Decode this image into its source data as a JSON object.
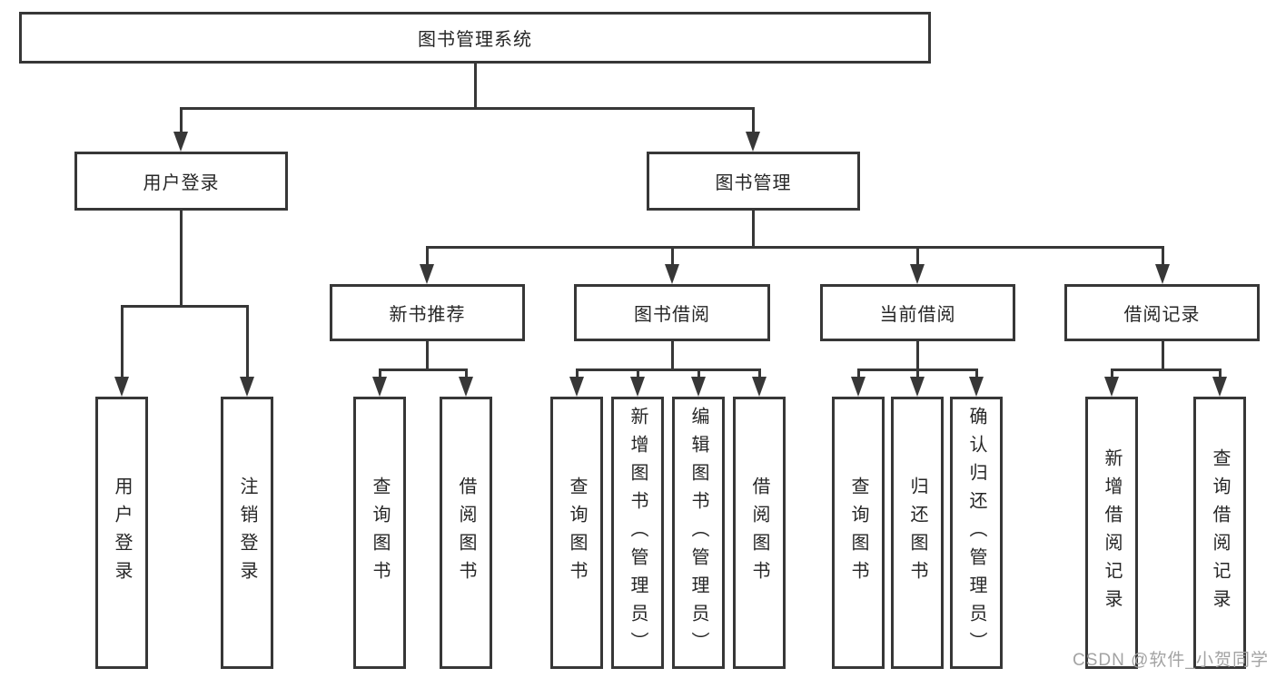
{
  "root": {
    "label": "图书管理系统",
    "children": [
      {
        "label": "用户登录",
        "children": [
          {
            "label": "用户登录"
          },
          {
            "label": "注销登录"
          }
        ]
      },
      {
        "label": "图书管理",
        "children": [
          {
            "label": "新书推荐",
            "children": [
              {
                "label": "查询图书"
              },
              {
                "label": "借阅图书"
              }
            ]
          },
          {
            "label": "图书借阅",
            "children": [
              {
                "label": "查询图书"
              },
              {
                "label": "新增图书（管理员）"
              },
              {
                "label": "编辑图书（管理员）"
              },
              {
                "label": "借阅图书"
              }
            ]
          },
          {
            "label": "当前借阅",
            "children": [
              {
                "label": "查询图书"
              },
              {
                "label": "归还图书"
              },
              {
                "label": "确认归还（管理员）"
              }
            ]
          },
          {
            "label": "借阅记录",
            "children": [
              {
                "label": "新增借阅记录"
              },
              {
                "label": "查询借阅记录"
              }
            ]
          }
        ]
      }
    ]
  },
  "watermark": {
    "text": "CSDN @软件_小贺同学"
  },
  "colors": {
    "line": "#373737",
    "box_border": "#373737",
    "box_fill": "#ffffff",
    "text": "#262626",
    "watermark": "#a3a3a3",
    "background": "#ffffff"
  }
}
